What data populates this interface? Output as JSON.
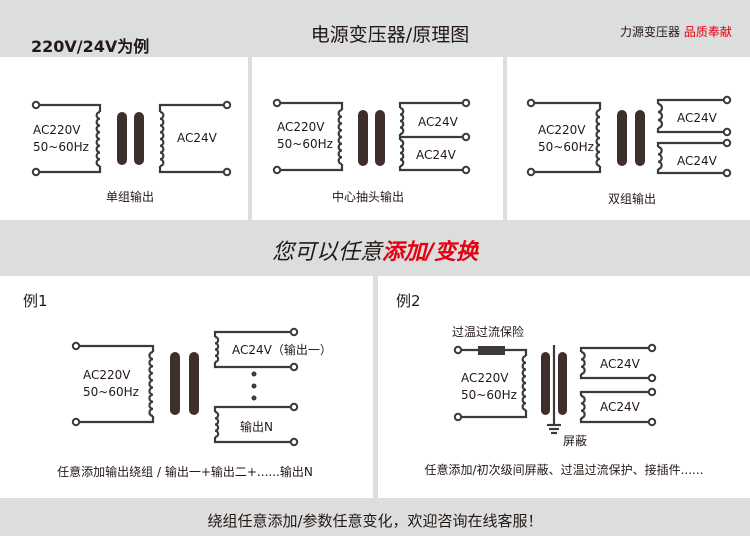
{
  "header": {
    "title": "电源变压器/原理图",
    "subtitle": "220V/24V为例",
    "brand": "力源变压器",
    "brand_slogan": "品质奉献"
  },
  "colors": {
    "accent": "#e60012",
    "wire": "#3e3a39",
    "core": "#3e2f2b",
    "band": "#dcdddd"
  },
  "top_panels": [
    {
      "input": "AC220V",
      "freq": "50~60Hz",
      "outputs": [
        "AC24V"
      ],
      "caption": "单组输出"
    },
    {
      "input": "AC220V",
      "freq": "50~60Hz",
      "outputs": [
        "AC24V",
        "AC24V"
      ],
      "caption": "中心抽头输出"
    },
    {
      "input": "AC220V",
      "freq": "50~60Hz",
      "outputs": [
        "AC24V",
        "AC24V"
      ],
      "caption": "双组输出"
    }
  ],
  "banner": {
    "prefix": "您可以任意",
    "highlight": "添加/变换"
  },
  "examples": [
    {
      "title": "例1",
      "input": "AC220V",
      "freq": "50~60Hz",
      "output_first": "AC24V（输出一）",
      "output_n": "输出N",
      "caption": "任意添加输出绕组 / 输出一+输出二+......输出N"
    },
    {
      "title": "例2",
      "input": "AC220V",
      "freq": "50~60Hz",
      "fuse_label": "过温过流保险",
      "shield_label": "屏蔽",
      "outputs": [
        "AC24V",
        "AC24V"
      ],
      "caption": "任意添加/初次级间屏蔽、过温过流保护、接插件......"
    }
  ],
  "footer": {
    "text": "绕组任意添加/参数任意变化，欢迎咨询在线客服！"
  }
}
